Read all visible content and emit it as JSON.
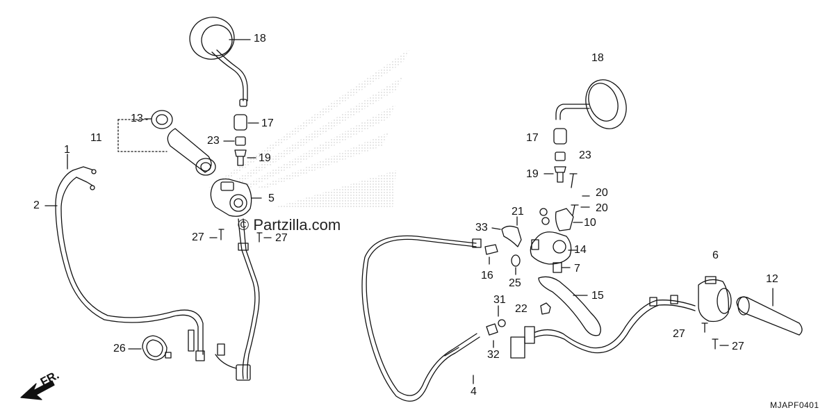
{
  "watermark": "© Partzilla.com",
  "diagram_code": "MJAPF0401",
  "front_marker": "FR.",
  "callouts": {
    "c1": "1",
    "c2": "2",
    "c4": "4",
    "c5": "5",
    "c6": "6",
    "c7": "7",
    "c10": "10",
    "c11": "11",
    "c12": "12",
    "c13": "13",
    "c14": "14",
    "c15": "15",
    "c16": "16",
    "c17a": "17",
    "c17b": "17",
    "c18a": "18",
    "c18b": "18",
    "c19a": "19",
    "c19b": "19",
    "c20a": "20",
    "c20b": "20",
    "c21": "21",
    "c22": "22",
    "c23a": "23",
    "c23b": "23",
    "c25": "25",
    "c26": "26",
    "c27a": "27",
    "c27b": "27",
    "c27c": "27",
    "c27d": "27",
    "c31": "31",
    "c32": "32",
    "c33": "33"
  }
}
